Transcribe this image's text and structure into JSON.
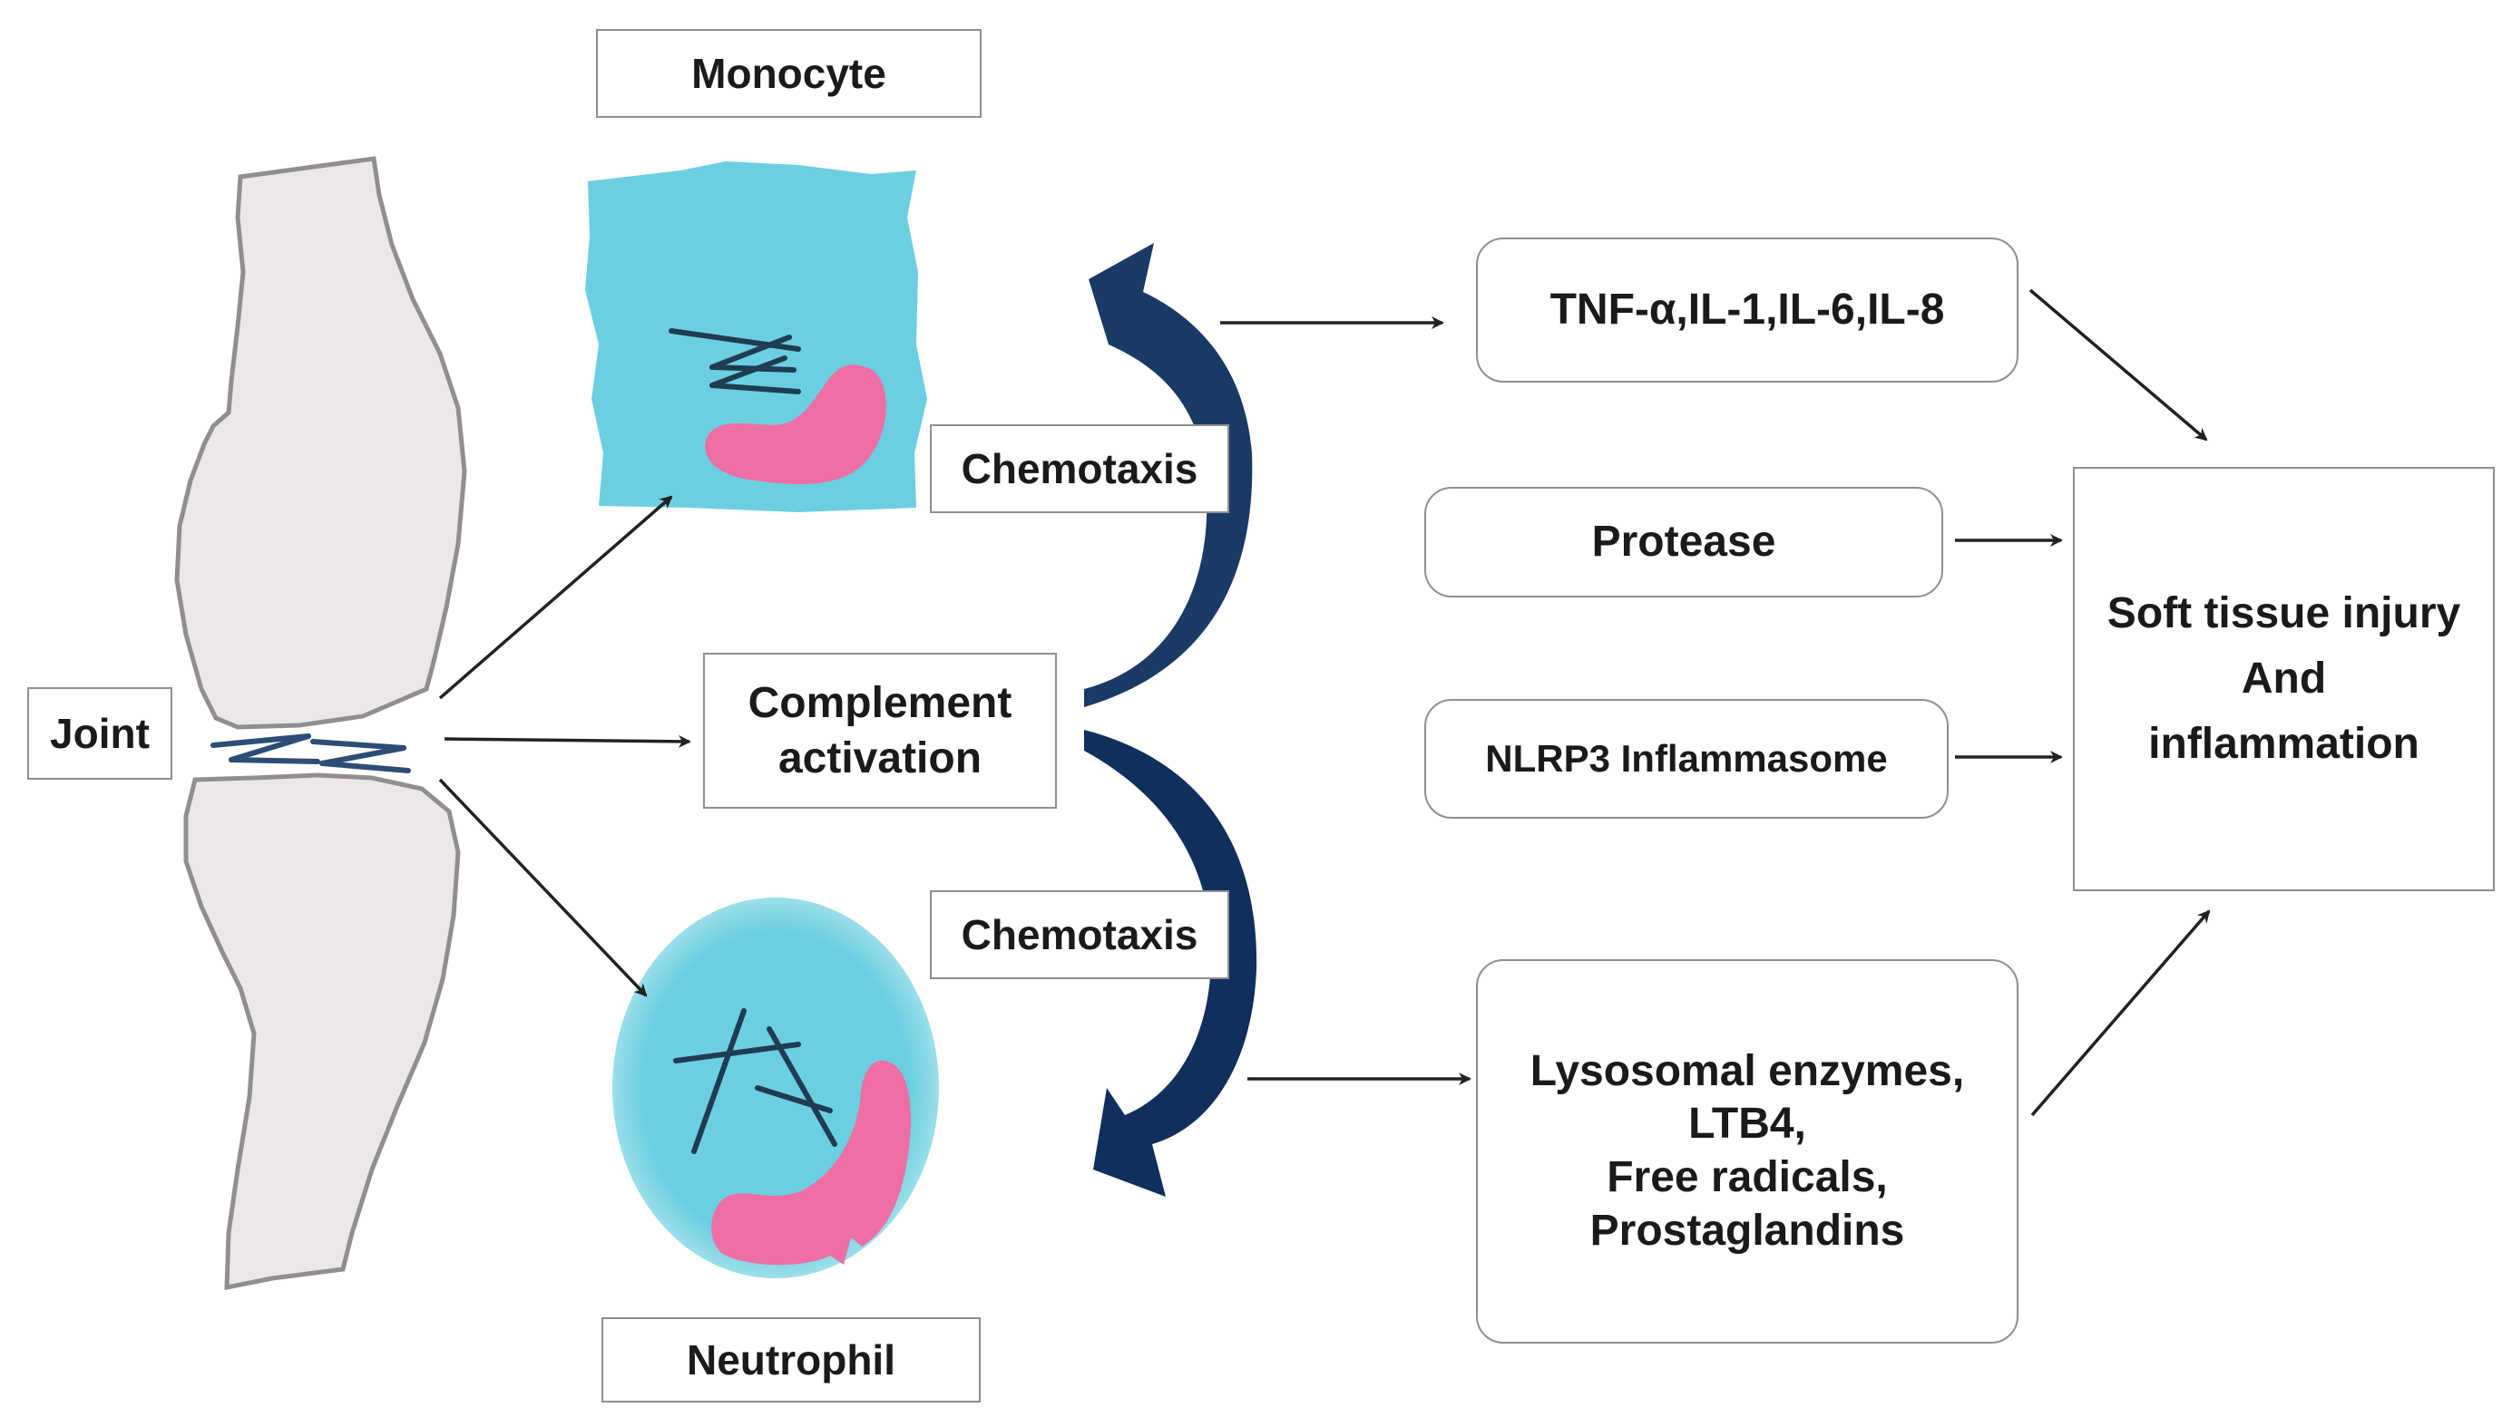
{
  "colors": {
    "cell_cytoplasm": "#6ccfe0",
    "cell_nucleus": "#ee6fa5",
    "curved_arrow": "#1a3a66",
    "bone": "#ece8e8",
    "outline": "#8f8f8f",
    "text": "#1a1a1a"
  },
  "labels": {
    "joint": "Joint",
    "monocyte": "Monocyte",
    "neutrophil": "Neutrophil",
    "chemotaxis_top": "Chemotaxis",
    "chemotaxis_bottom": "Chemotaxis",
    "complement": [
      "Complement",
      "activation"
    ],
    "cytokines": "TNF-α,IL-1,IL-6,IL-8",
    "protease": "Protease",
    "nlrp3": "NLRP3 Inflammasome",
    "lysosomal": [
      "Lysosomal enzymes,",
      "LTB4,",
      "Free radicals,",
      "Prostaglandins"
    ],
    "outcome": [
      "Soft tissue injury",
      "And",
      "inflammation"
    ]
  }
}
